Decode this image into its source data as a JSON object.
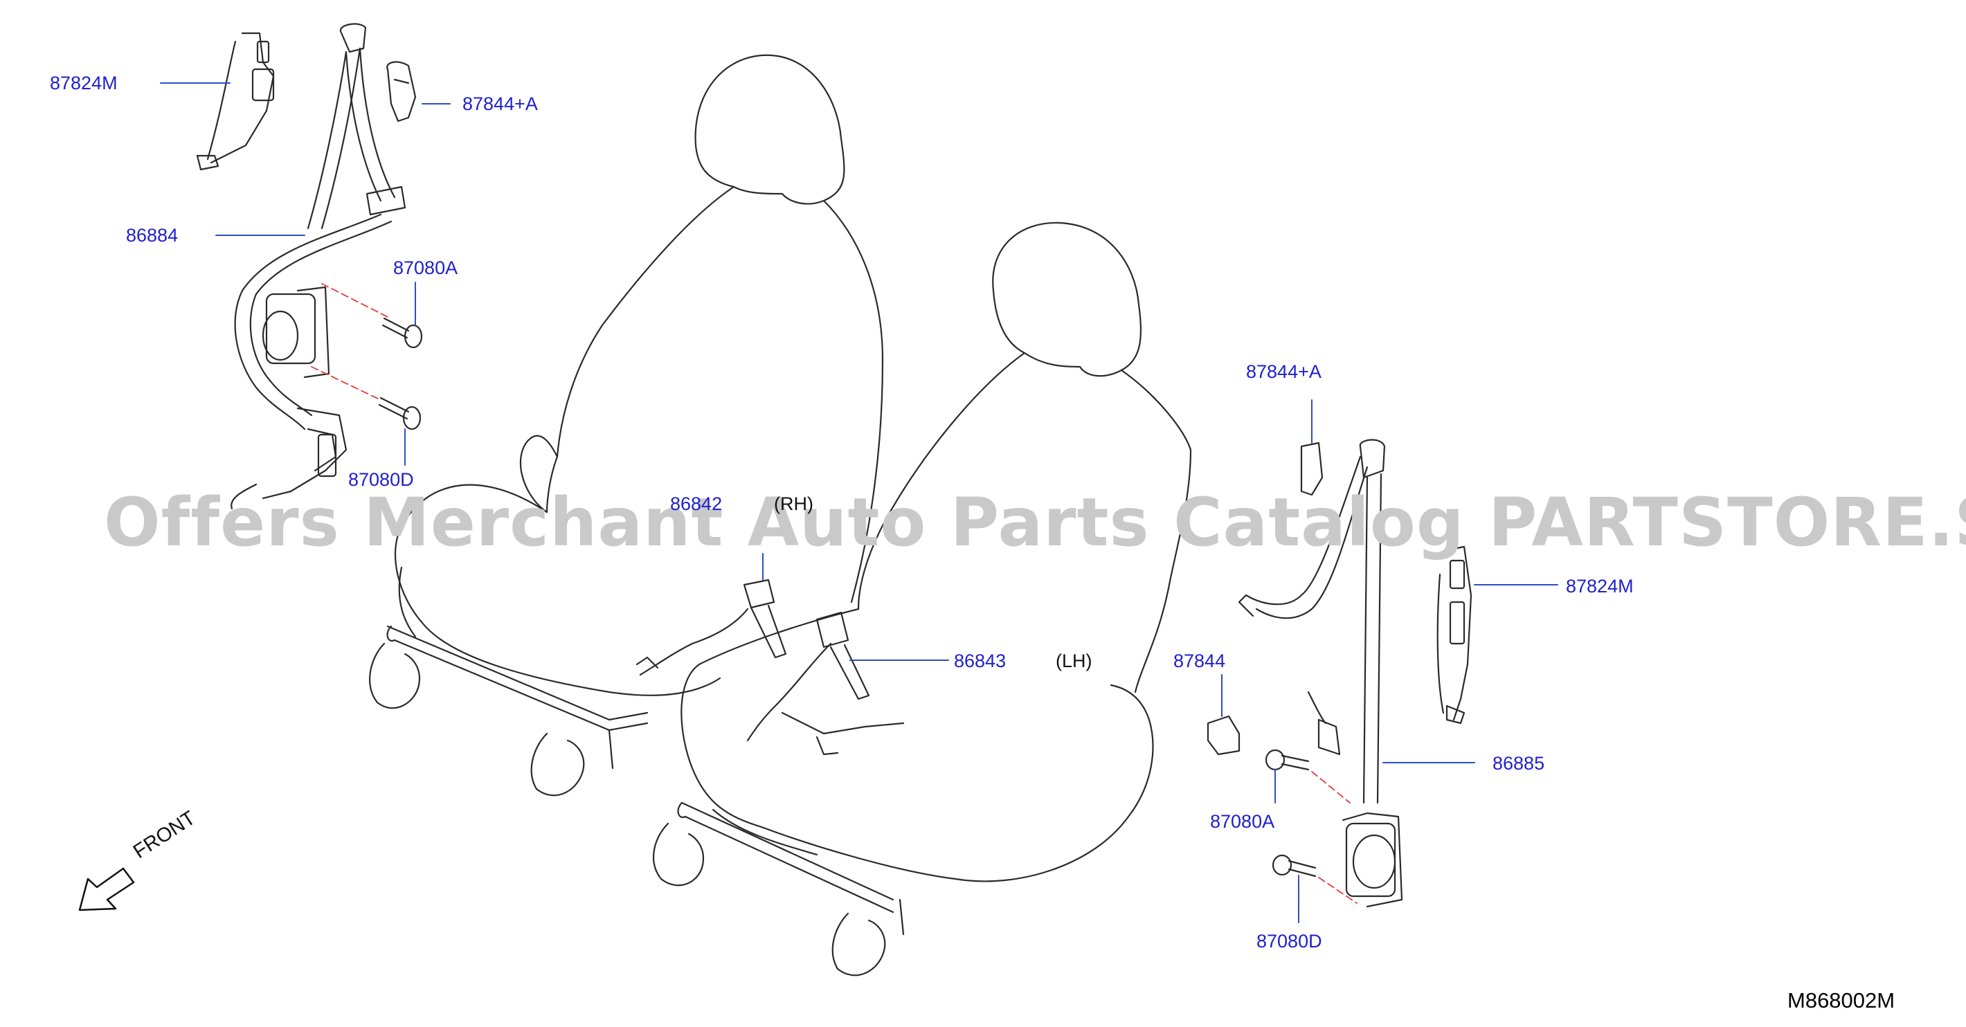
{
  "colors": {
    "label": "#1f1fcf",
    "leader": "#2a4fbf",
    "line_art": "#2a2a2a",
    "hidden_line": "#e23b3b",
    "watermark": "#c9c9c9"
  },
  "watermark": "Offers Merchant Auto Parts Catalog PARTSTORE.SA",
  "drawing_code": "M868002M",
  "front": {
    "label": "FRONT",
    "icon": "front-arrow-icon"
  },
  "side_labels": {
    "rh": "(RH)",
    "lh": "(LH)"
  },
  "parts": [
    {
      "id": "p1",
      "code": "87824M"
    },
    {
      "id": "p2",
      "code": "87844+A"
    },
    {
      "id": "p3",
      "code": "86884"
    },
    {
      "id": "p4",
      "code": "87080A"
    },
    {
      "id": "p5",
      "code": "87080D"
    },
    {
      "id": "p6",
      "code": "86842"
    },
    {
      "id": "p7",
      "code": "86843"
    },
    {
      "id": "p8",
      "code": "87844+A"
    },
    {
      "id": "p9",
      "code": "87824M"
    },
    {
      "id": "p10",
      "code": "87844"
    },
    {
      "id": "p11",
      "code": "86885"
    },
    {
      "id": "p12",
      "code": "87080A"
    },
    {
      "id": "p13",
      "code": "87080D"
    }
  ]
}
